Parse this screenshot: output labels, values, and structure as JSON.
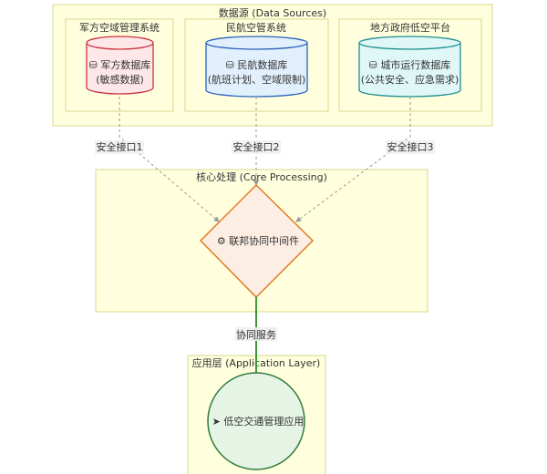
{
  "groups": {
    "data_sources": "数据源 (Data Sources)",
    "military": "军方空域管理系统",
    "civil": "民航空管系统",
    "local": "地方政府低空平台",
    "core": "核心处理 (Core Processing)",
    "app": "应用层 (Application Layer)"
  },
  "nodes": {
    "military_db": {
      "line1": "军方数据库",
      "line2": "(敏感数据)",
      "icon": "database-icon"
    },
    "civil_db": {
      "line1": "民航数据库",
      "line2": "(航班计划、空域限制)",
      "icon": "database-icon"
    },
    "city_db": {
      "line1": "城市运行数据库",
      "line2": "(公共安全、应急需求)",
      "icon": "database-icon"
    },
    "middleware": {
      "label": "联邦协同中间件",
      "icon": "gears-icon"
    },
    "app": {
      "label": "低空交通管理应用",
      "icon": "paper-plane-icon"
    }
  },
  "edges": {
    "e1": "安全接口1",
    "e2": "安全接口2",
    "e3": "安全接口3",
    "e4": "协同服务"
  },
  "colors": {
    "group_fill": "#ffffde",
    "group_stroke": "#d6d98f",
    "red": "#c9333d",
    "blue": "#2a62b8",
    "teal": "#1f8f8f",
    "orange": "#e07b25",
    "green": "#3a8a3a"
  }
}
